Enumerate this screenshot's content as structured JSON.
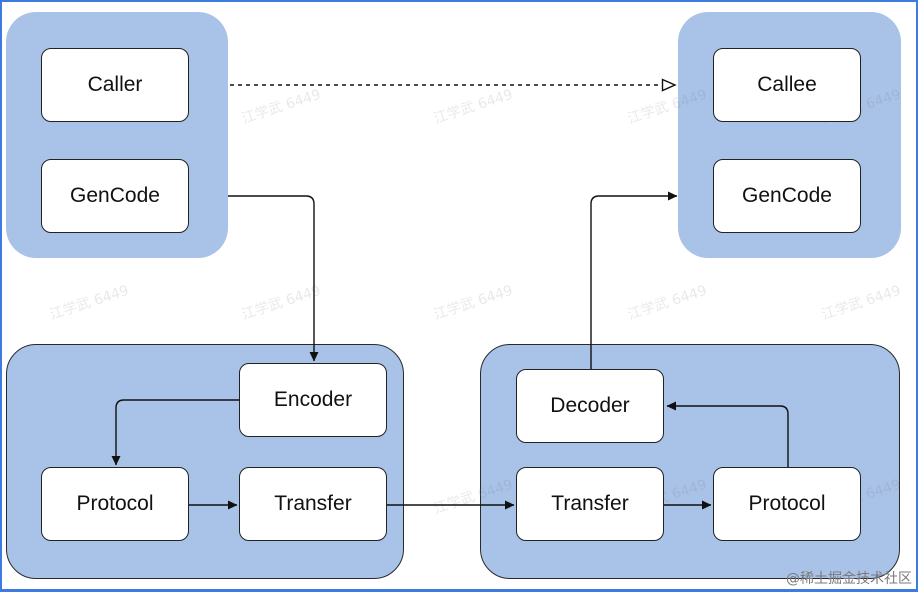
{
  "nodes": {
    "caller": "Caller",
    "gencode_left": "GenCode",
    "callee": "Callee",
    "gencode_right": "GenCode",
    "encoder": "Encoder",
    "protocol_left": "Protocol",
    "transfer_left": "Transfer",
    "decoder": "Decoder",
    "transfer_right": "Transfer",
    "protocol_right": "Protocol"
  },
  "watermark": "江学武 6449",
  "credit": "@稀土掘金技术社区",
  "colors": {
    "group_fill": "#a9c2e8",
    "node_fill": "#ffffff",
    "stroke": "#222222"
  }
}
